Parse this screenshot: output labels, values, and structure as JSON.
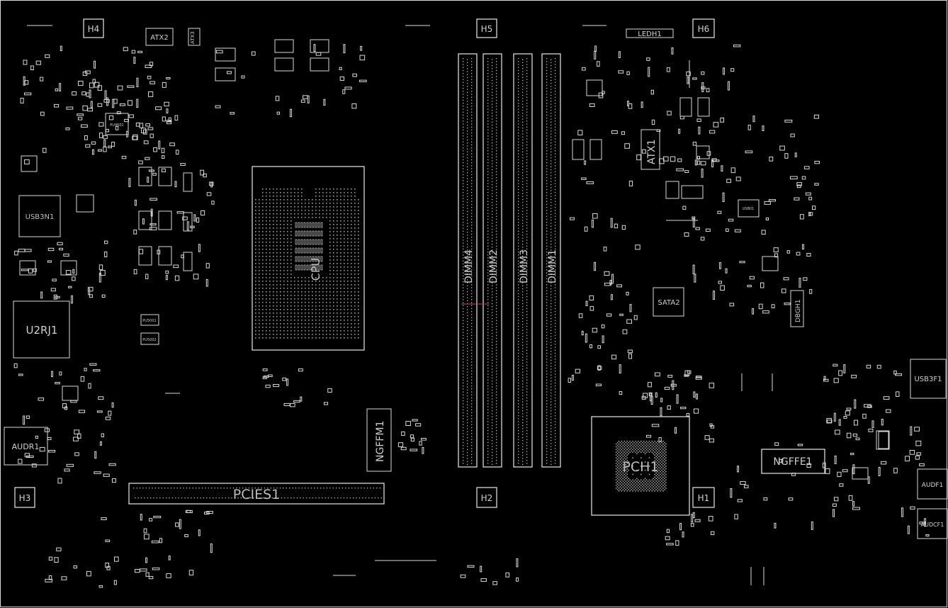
{
  "board": {
    "background": "#000000",
    "line_color": "#d8d8d8",
    "mark_color": "#d04040",
    "labels": {
      "h4": "H4",
      "h5": "H5",
      "h6": "H6",
      "h3": "H3",
      "h2": "H2",
      "h1": "H1",
      "atx2": "ATX2",
      "atx1": "ATX1",
      "atx_small": "ATX3",
      "ledh1": "LEDH1",
      "usb3n1": "USB3N1",
      "u2rj1": "U2RJ1",
      "audr1": "AUDR1",
      "cpu": "CPU",
      "dimm1": "DIMM1",
      "dimm2": "DIMM2",
      "dimm3": "DIMM3",
      "dimm4": "DIMM4",
      "ngffm1": "NGFFM1",
      "pcies1": "PCIES1",
      "pch1": "PCH1",
      "ngffe1": "NGFFE1",
      "usb3f1": "USB3F1",
      "audf1": "AUDF1",
      "audcf1": "AUDCF1",
      "dbgh1": "DBGH1",
      "sata2": "SATA2",
      "pu4601": "PU4601",
      "pu5001": "PU5001",
      "pu5002": "PU5002",
      "usb01": "USB01"
    }
  }
}
